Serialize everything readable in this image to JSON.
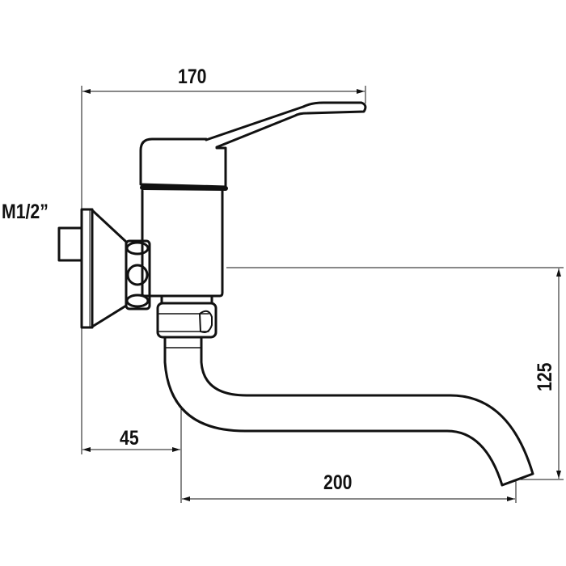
{
  "drawing": {
    "dimensions": {
      "overall_length": "170",
      "spout_reach": "200",
      "wall_offset": "45",
      "spout_height": "125"
    },
    "connection_label": "M1/2”",
    "line_color": "#111111"
  }
}
